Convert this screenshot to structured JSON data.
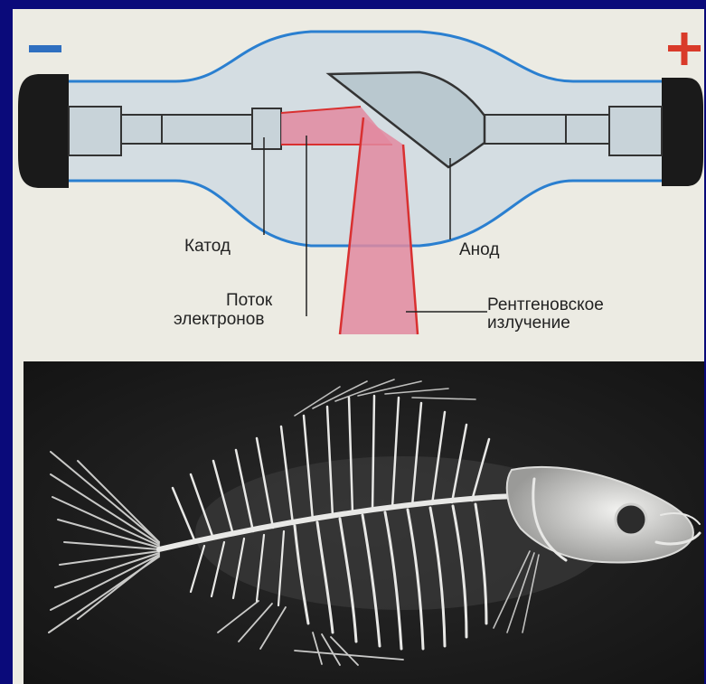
{
  "diagram": {
    "minus_sign": "−",
    "plus_sign": "+",
    "labels": {
      "cathode": "Катод",
      "anode": "Анод",
      "electron_flow_line1": "Поток",
      "electron_flow_line2": "электронов",
      "xray_line1": "Рентгеновское",
      "xray_line2": "излучение"
    },
    "colors": {
      "frame": "#0a0a7a",
      "bulb_outline": "#2a7fd0",
      "beam": "#e28aa0",
      "beam_edge": "#d93030",
      "minus": "#2f6fc0",
      "plus": "#d93a2a"
    }
  },
  "photo": {
    "subject": "fish-skeleton-xray"
  }
}
